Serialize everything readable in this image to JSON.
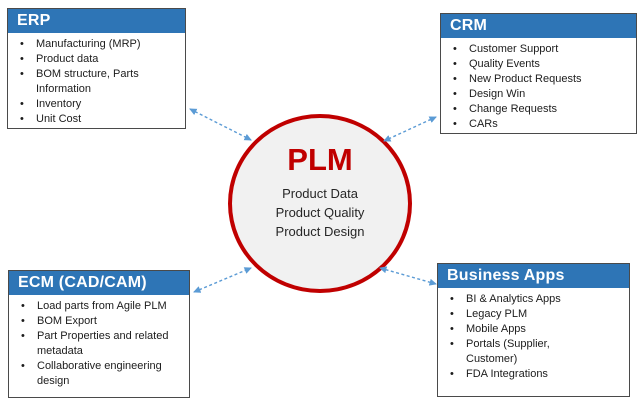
{
  "colors": {
    "header_blue": "#2E75B6",
    "box_border": "#4a4a4a",
    "circle_red": "#C00000",
    "circle_fill": "#F1F1F1",
    "arrow_blue": "#5B9BD5",
    "body_text": "#1c1c1c"
  },
  "center": {
    "title": "PLM",
    "lines": [
      "Product Data",
      "Product Quality",
      "Product Design"
    ]
  },
  "boxes": {
    "erp": {
      "title": "ERP",
      "items": [
        "Manufacturing (MRP)",
        "Product data",
        "BOM structure, Parts Information",
        "Inventory",
        "Unit Cost"
      ]
    },
    "crm": {
      "title": "CRM",
      "items": [
        "Customer Support",
        "Quality Events",
        "New Product Requests",
        "Design Win",
        "Change Requests",
        "CARs"
      ]
    },
    "ecm": {
      "title": "ECM (CAD/CAM)",
      "items": [
        "Load parts from Agile PLM",
        "BOM Export",
        "Part Properties and related metadata",
        "Collaborative engineering design"
      ]
    },
    "business_apps": {
      "title": "Business Apps",
      "items": [
        "BI & Analytics Apps",
        "Legacy PLM",
        "Mobile Apps",
        "Portals (Supplier, Customer)",
        "FDA Integrations"
      ]
    }
  },
  "connections": [
    {
      "from": "PLM",
      "to": "ERP",
      "style": "dashed double-headed arrow"
    },
    {
      "from": "PLM",
      "to": "CRM",
      "style": "dashed double-headed arrow"
    },
    {
      "from": "PLM",
      "to": "ECM (CAD/CAM)",
      "style": "dashed double-headed arrow"
    },
    {
      "from": "PLM",
      "to": "Business Apps",
      "style": "dashed double-headed arrow"
    }
  ]
}
